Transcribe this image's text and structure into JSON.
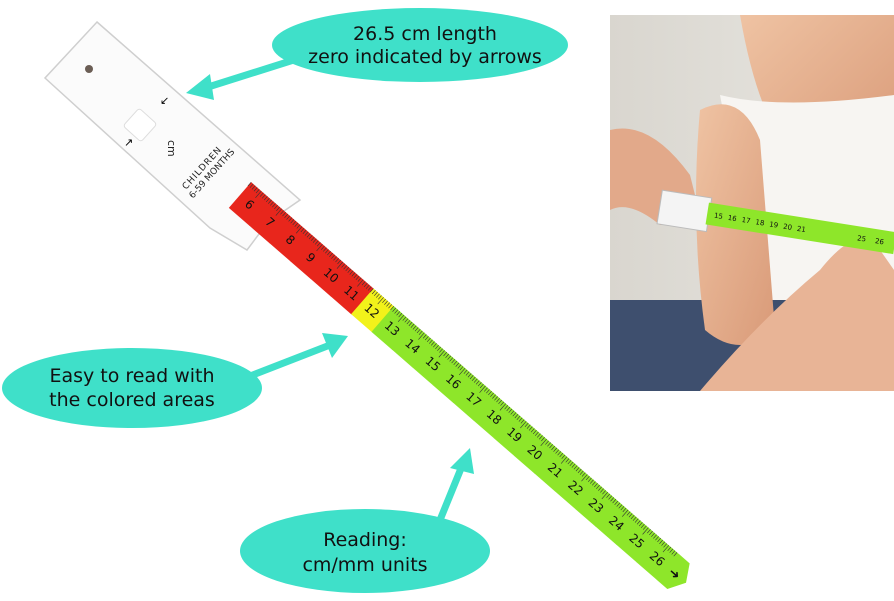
{
  "callouts": {
    "length": {
      "line1": "26.5 cm length",
      "line2": "zero indicated by arrows"
    },
    "colors": {
      "line1": "Easy to read with",
      "line2": "the colored areas"
    },
    "reading": {
      "line1": "Reading:",
      "line2": "cm/mm units"
    }
  },
  "card": {
    "unit": "cm",
    "line1": "CHILDREN",
    "line2": "6-59 MONTHS"
  },
  "tape": {
    "start": 6,
    "end": 26,
    "red_until": 11,
    "yellow_until": 12,
    "colors": {
      "red": "#e8261c",
      "yellow": "#f2f21a",
      "green": "#8ee62a",
      "callout": "#3fe0c9"
    }
  },
  "photo": {
    "tape_numbers": [
      "15",
      "16",
      "17",
      "18",
      "19",
      "20",
      "21",
      "25",
      "26"
    ]
  }
}
